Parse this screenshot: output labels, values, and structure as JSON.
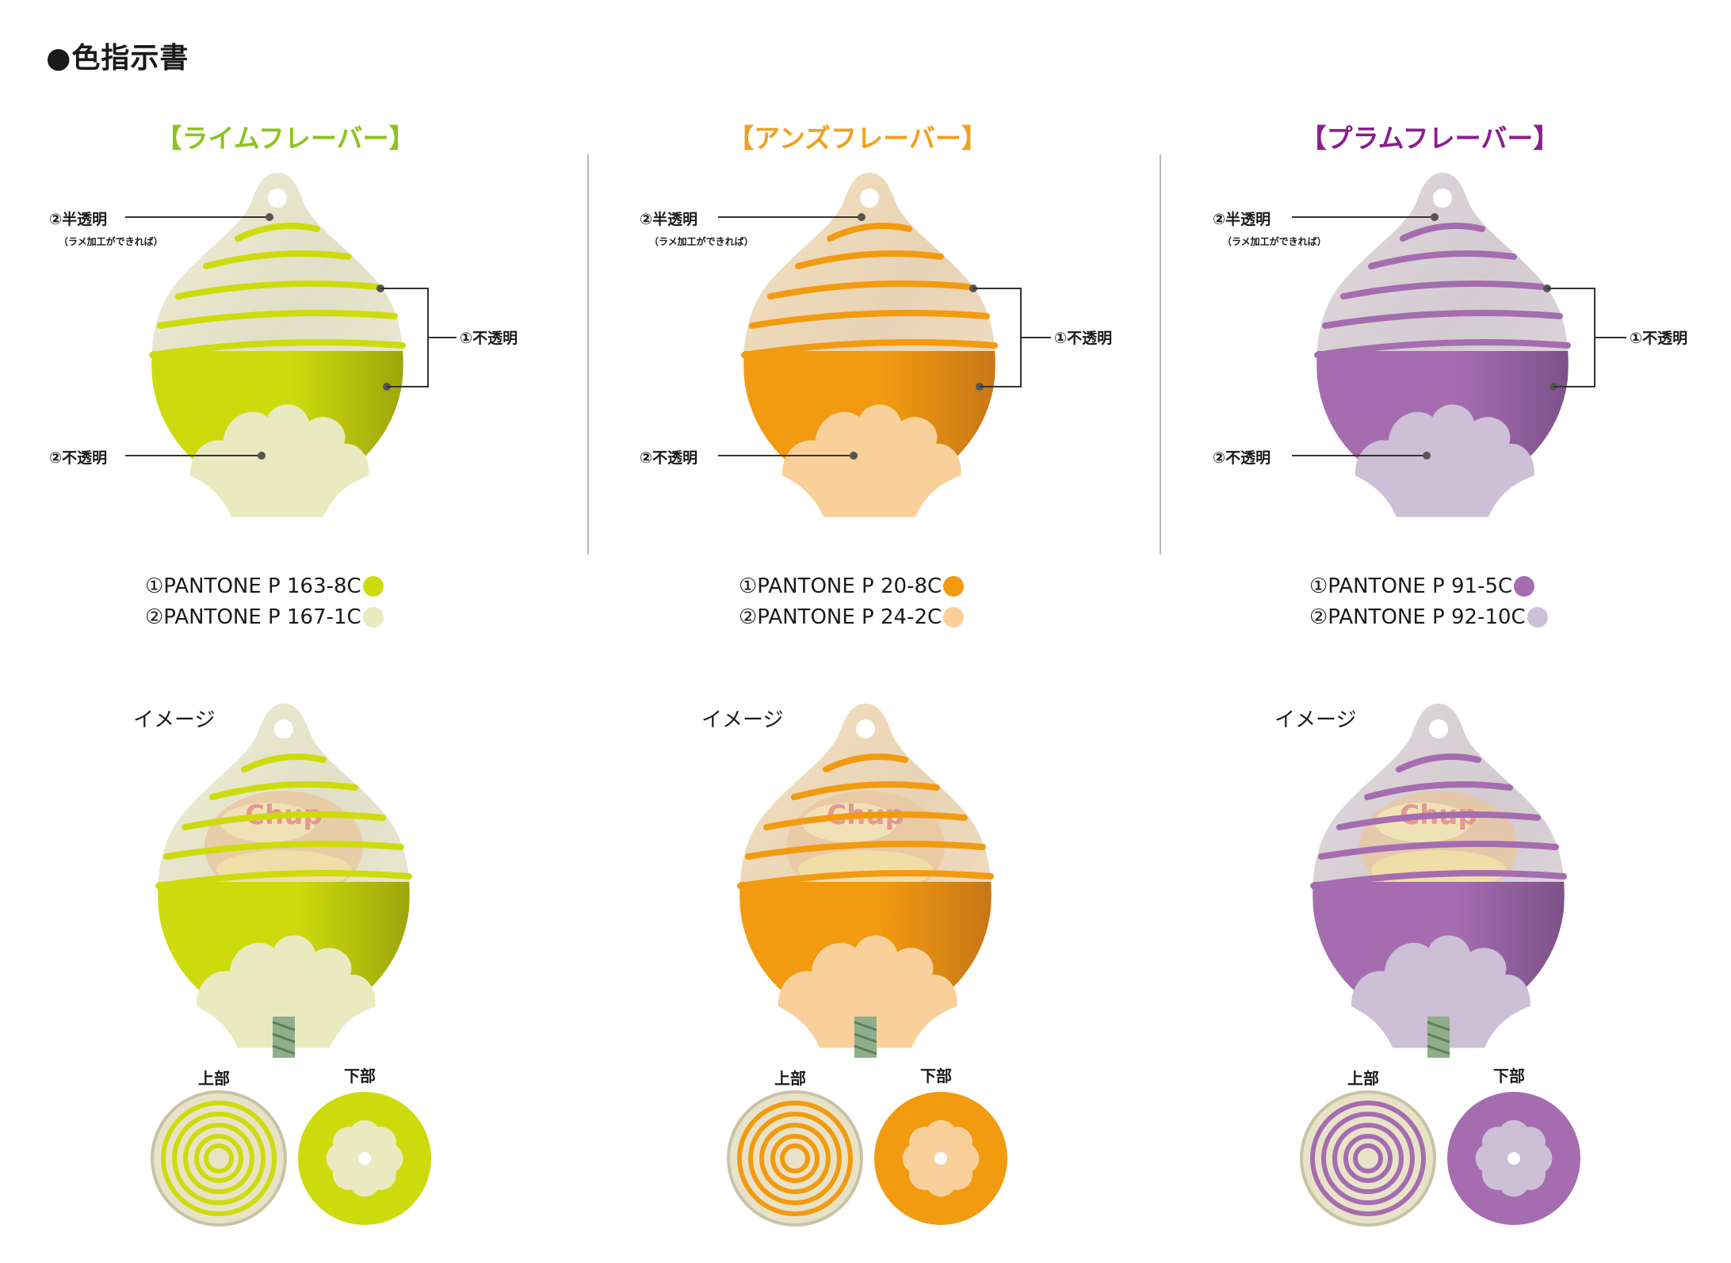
{
  "page_title": "●色指示書",
  "labels": {
    "semi_transparent": "②半透明",
    "semi_note": "（ラメ加工ができれば）",
    "opaque_1": "①不透明",
    "opaque_2": "②不透明",
    "image": "イメージ",
    "top_part": "上部",
    "bottom_part": "下部"
  },
  "flavors": [
    {
      "title": "【ライムフレーバー】",
      "title_color": "#8cc41e",
      "color1": "#cddb0c",
      "color1_dark": "#9aa10c",
      "color2": "#eaeac0",
      "pantone1": "①PANTONE P 163-8C",
      "pantone2": "②PANTONE P 167-1C"
    },
    {
      "title": "【アンズフレーバー】",
      "title_color": "#f0a020",
      "color1": "#f29a10",
      "color1_dark": "#c47418",
      "color2": "#f9d09a",
      "pantone1": "①PANTONE P 20-8C",
      "pantone2": "②PANTONE P 24-2C"
    },
    {
      "title": "【プラムフレーバー】",
      "title_color": "#8a1f8c",
      "color1": "#a56db0",
      "color1_dark": "#7b4f86",
      "color2": "#cdbfd6",
      "pantone1": "①PANTONE P 91-5C",
      "pantone2": "②PANTONE P 92-10C"
    }
  ]
}
